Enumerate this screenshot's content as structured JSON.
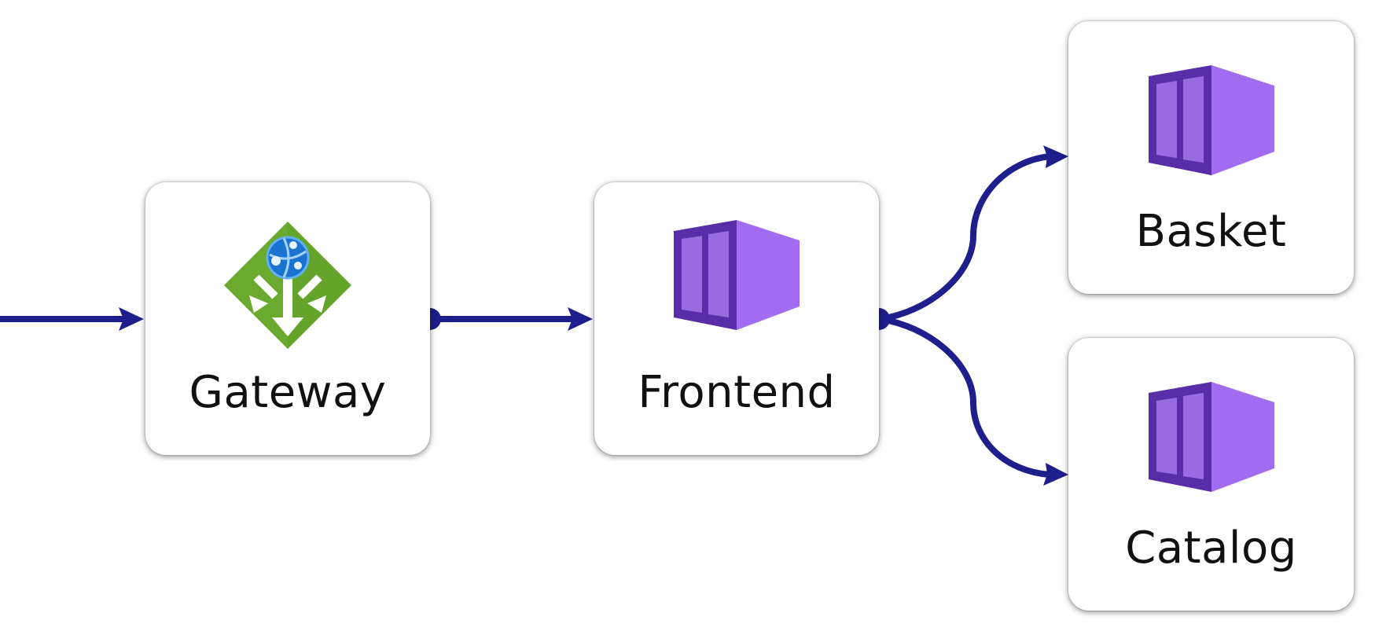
{
  "nodes": {
    "gateway": {
      "label": "Gateway",
      "icon": "application-gateway-icon"
    },
    "frontend": {
      "label": "Frontend",
      "icon": "container-app-icon"
    },
    "basket": {
      "label": "Basket",
      "icon": "container-app-icon"
    },
    "catalog": {
      "label": "Catalog",
      "icon": "container-app-icon"
    }
  },
  "edges": [
    {
      "from": "",
      "to": "Gateway"
    },
    {
      "from": "Gateway",
      "to": "Frontend"
    },
    {
      "from": "Frontend",
      "to": "Basket"
    },
    {
      "from": "Frontend",
      "to": "Catalog"
    }
  ],
  "colors": {
    "edge": "#1e1e8c",
    "container_front": "#7b3fd6",
    "container_side": "#a26cf0",
    "container_dark": "#5a2da8",
    "gateway_green": "#6aaa2f",
    "gateway_blue": "#1a73d1"
  }
}
